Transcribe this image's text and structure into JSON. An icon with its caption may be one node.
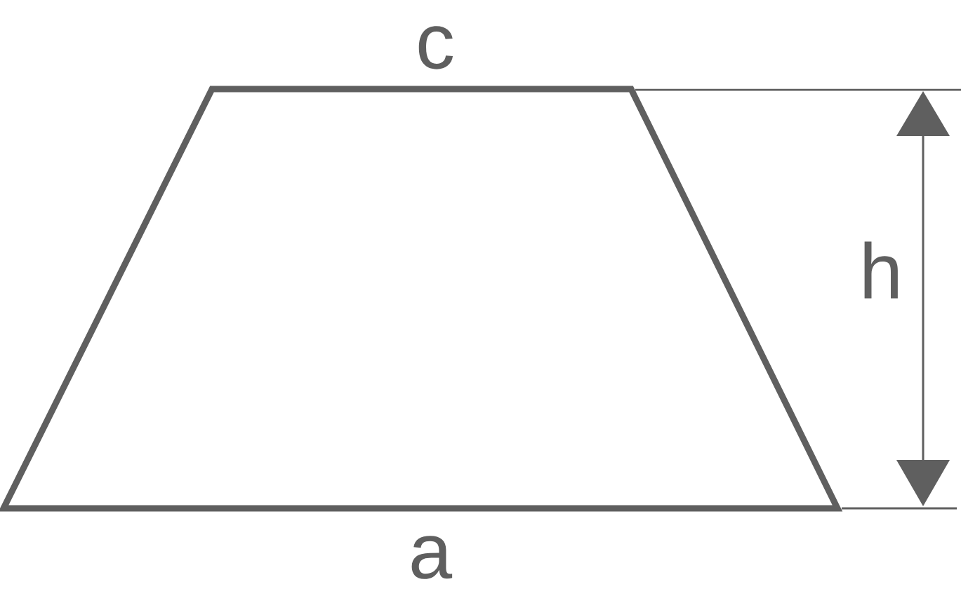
{
  "diagram": {
    "labels": [
      "c",
      "h",
      "a"
    ]
  }
}
